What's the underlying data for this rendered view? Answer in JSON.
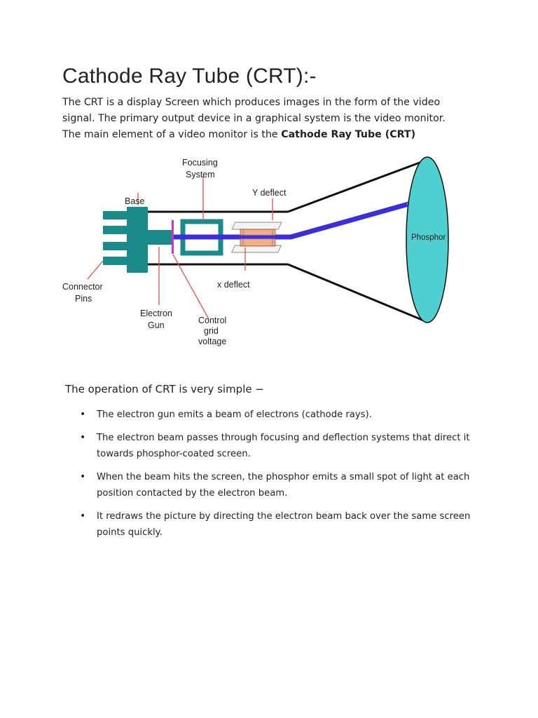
{
  "title": "Cathode Ray Tube (CRT):-",
  "intro": {
    "line1": "The CRT is a display Screen which produces images in the form of the video",
    "line2": "signal. The primary output device in a graphical system is the video monitor.",
    "line3_prefix": "The main element of a video monitor is the ",
    "line3_bold": "Cathode Ray Tube (CRT)"
  },
  "diagram": {
    "labels": {
      "base": "Base",
      "focusing_1": "Focusing",
      "focusing_2": "System",
      "y_deflect": "Y deflect",
      "x_deflect": "x deflect",
      "phosphor": "Phosphor",
      "connector_1": "Connector",
      "connector_2": "Pins",
      "electron_1": "Electron",
      "electron_2": "Gun",
      "control_1": "Control",
      "control_2": "grid",
      "control_3": "voltage"
    },
    "colors": {
      "teal": "#1b8a8a",
      "beam": "#3b2fdb",
      "phosphor_fill": "#4fcfcf",
      "magenta": "#cc33cc",
      "deflector": "#f0a070",
      "pointer": "#d9534f"
    }
  },
  "operation_heading": "The operation of CRT is very simple −",
  "bullets": [
    {
      "line1": "The electron gun emits a beam of electrons (cathode rays).",
      "line2": ""
    },
    {
      "line1": "The electron beam passes through focusing and deflection systems that direct it",
      "line2": "towards phosphor-coated screen."
    },
    {
      "line1": "When the beam hits the screen, the phosphor emits a small spot of light at each",
      "line2": "position contacted by the electron beam."
    },
    {
      "line1": "It redraws the picture by directing the electron beam back over the same screen",
      "line2": "points quickly."
    }
  ]
}
